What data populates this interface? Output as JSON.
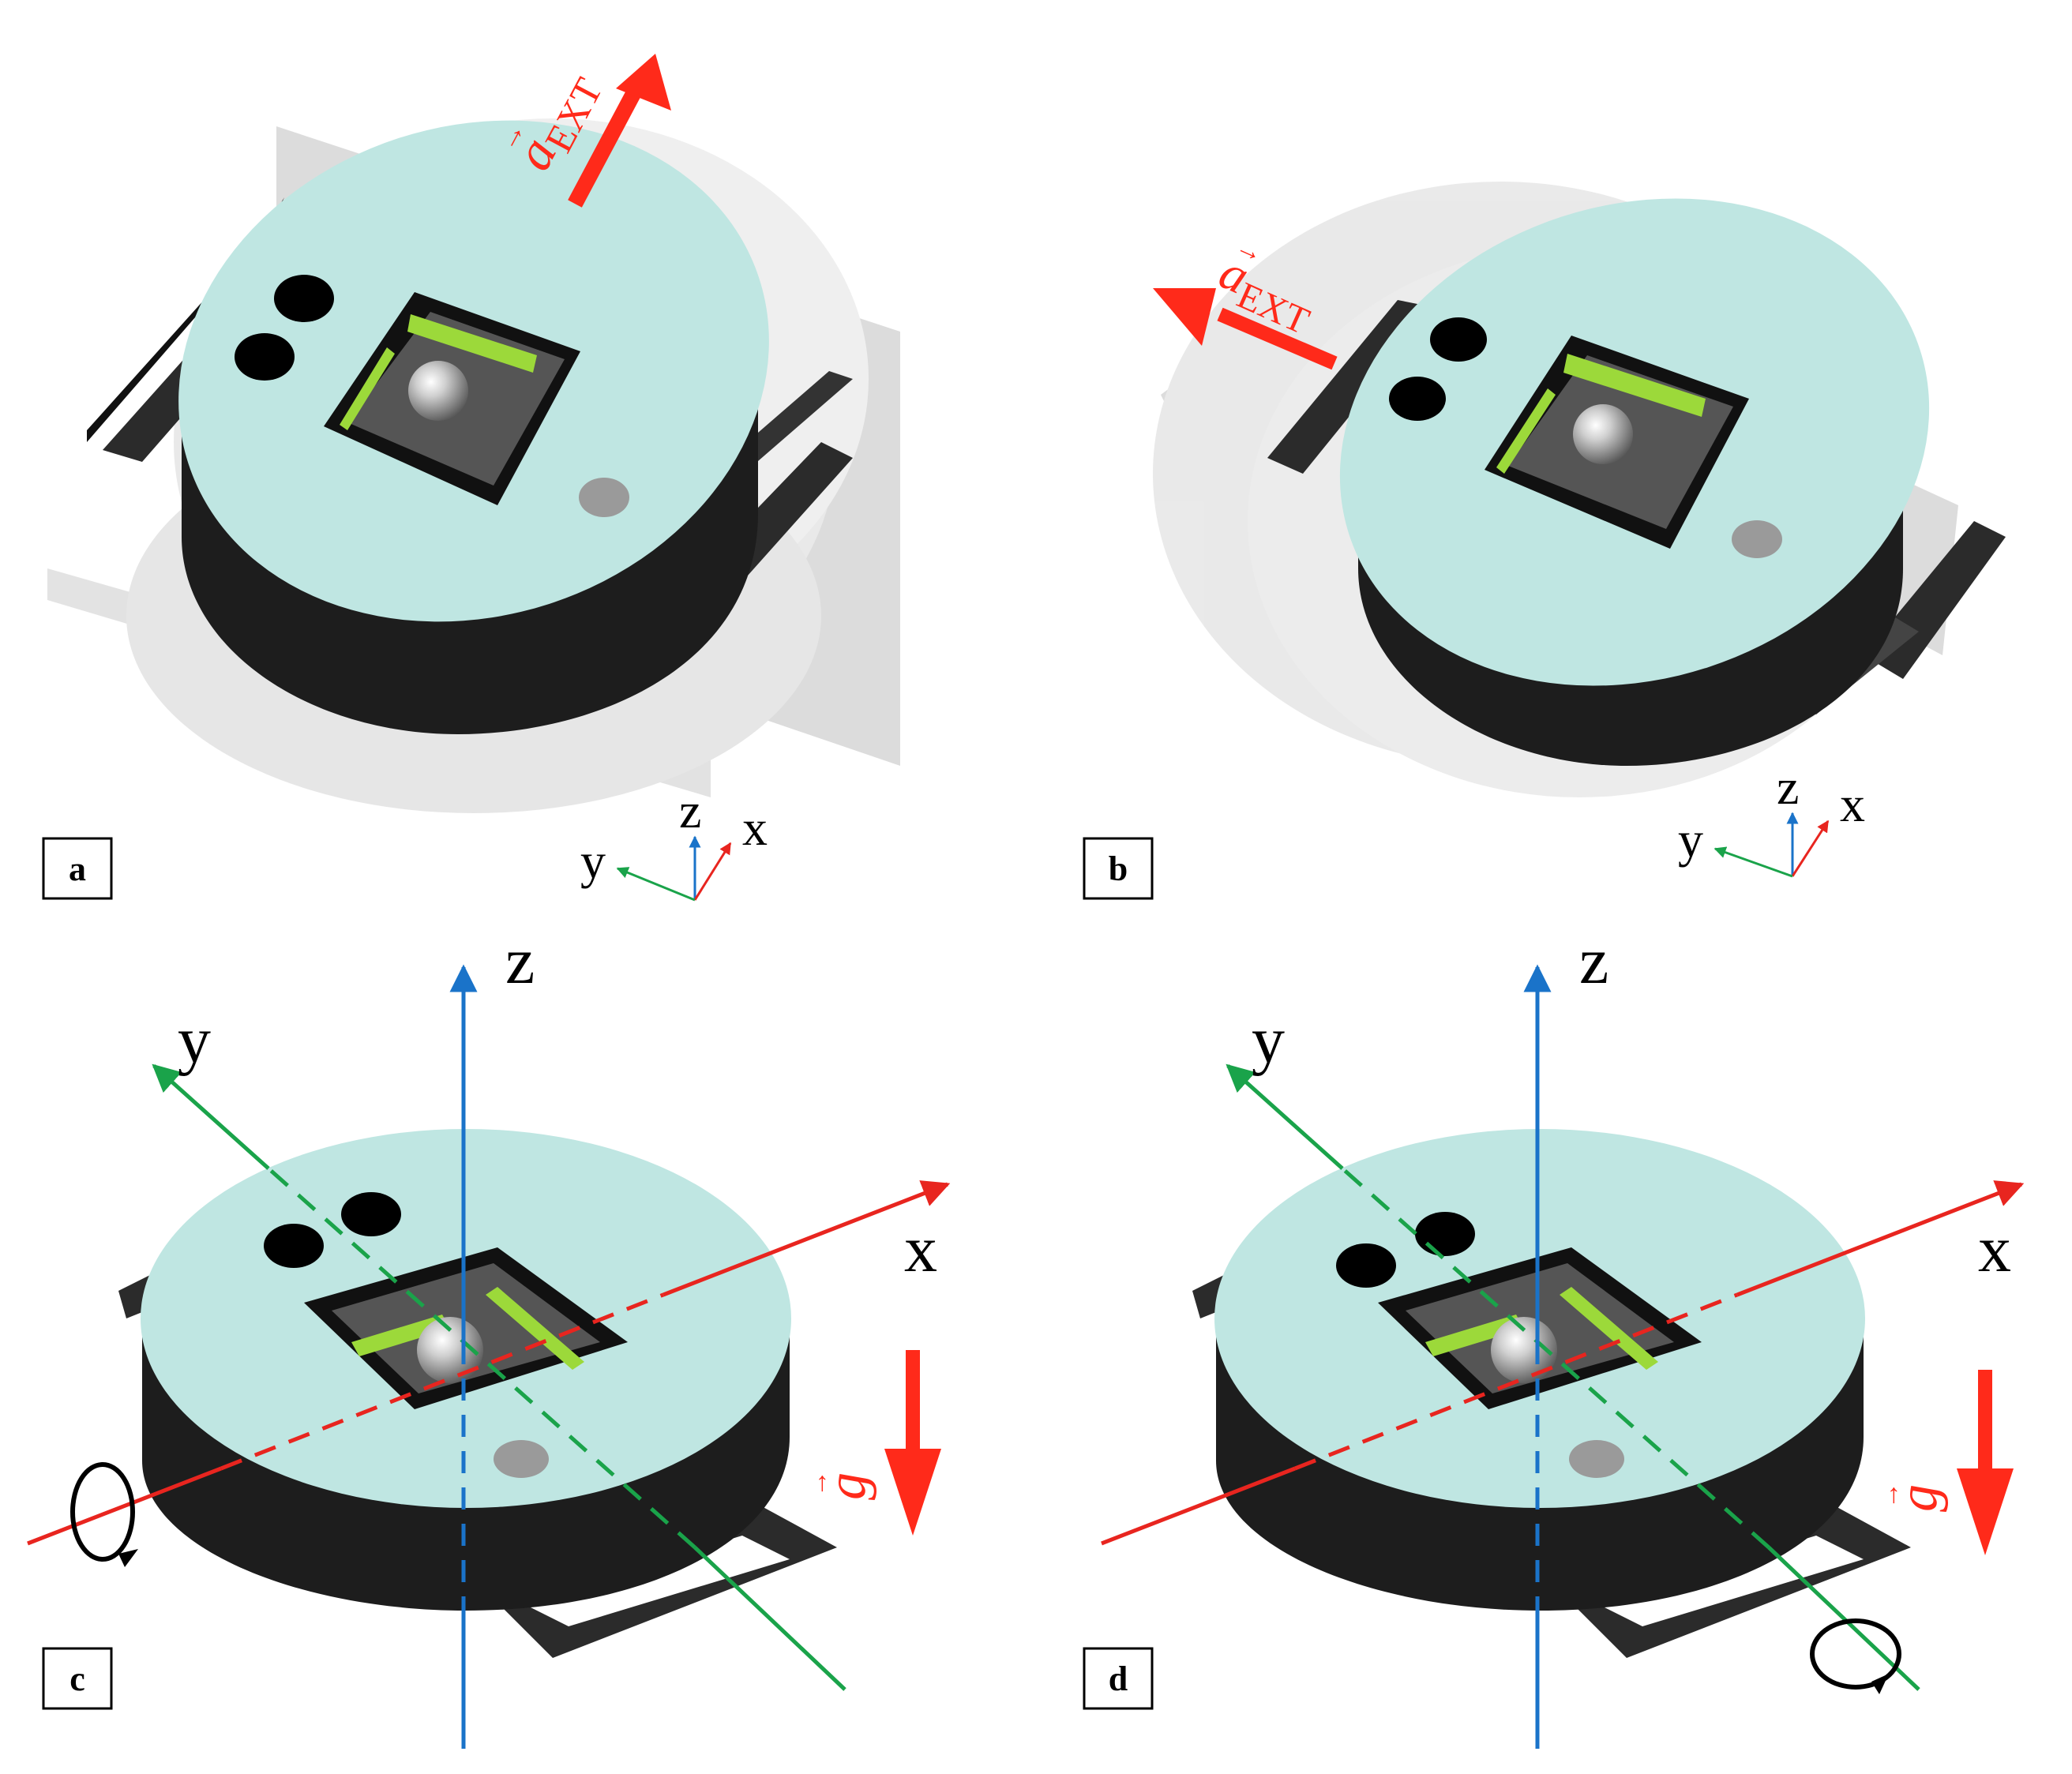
{
  "figure": {
    "panels": [
      {
        "id": "a",
        "label": "a"
      },
      {
        "id": "b",
        "label": "b"
      },
      {
        "id": "c",
        "label": "c"
      },
      {
        "id": "d",
        "label": "d"
      }
    ],
    "axes": {
      "x": "x",
      "y": "y",
      "z": "z"
    },
    "vectors": {
      "acceleration_symbol": "a",
      "acceleration_subscript": "EXT",
      "gravity_symbol": "g",
      "arrow_mark": "→"
    },
    "colors": {
      "disk_top": "#bfe6e2",
      "disk_body": "#1d1d1d",
      "frame": "#2b2b2b",
      "spring": "#9cd93a",
      "vector_red": "#ff2a1a",
      "axis_x": "#e8251f",
      "axis_y": "#1aa34a",
      "axis_z": "#1a73c9"
    }
  }
}
